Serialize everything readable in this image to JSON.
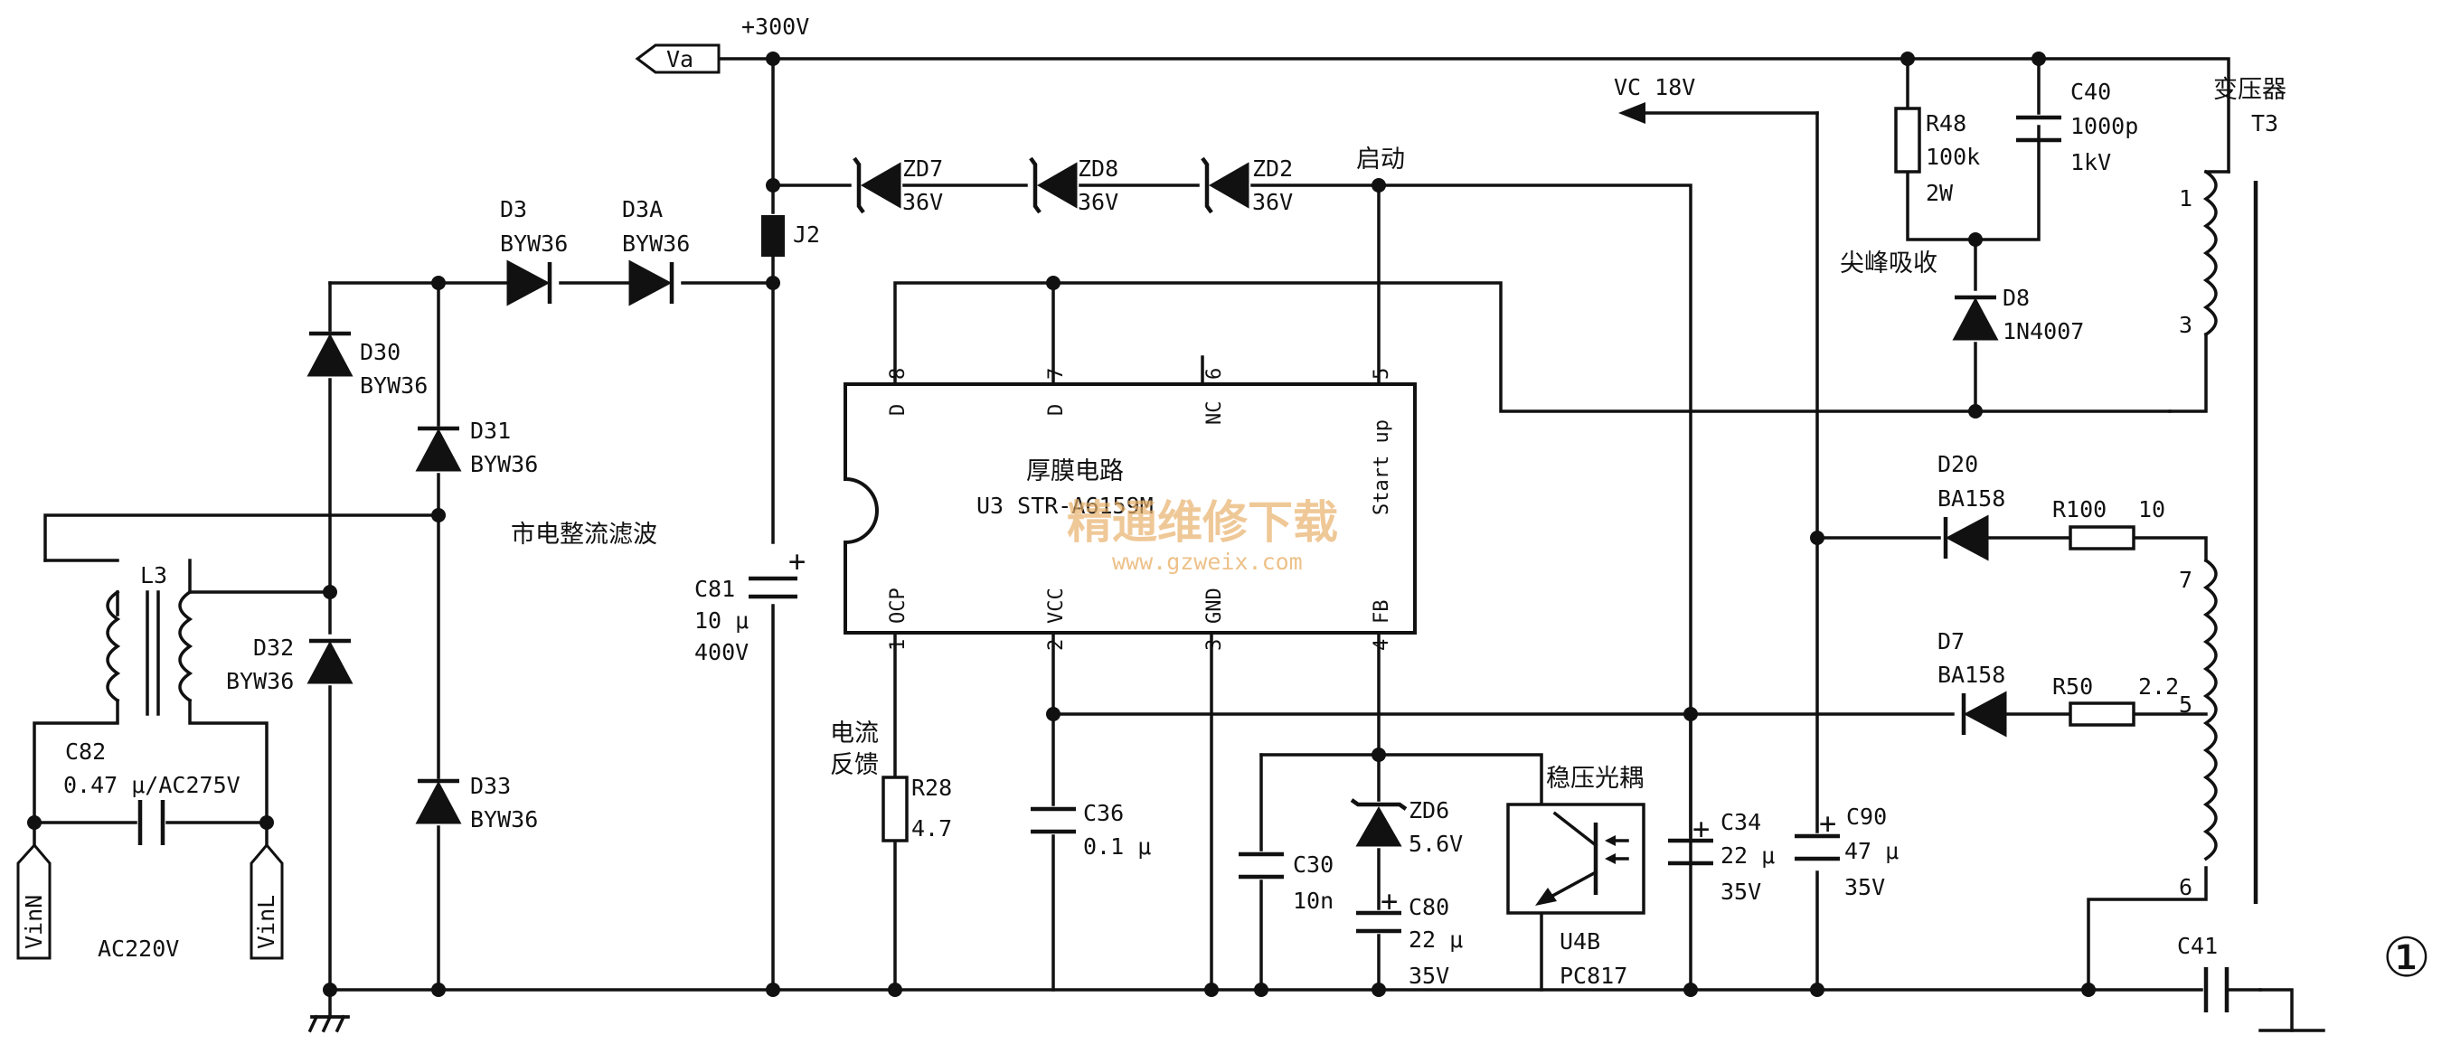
{
  "nodes": {
    "va": "Va",
    "v300": "+300V",
    "vc18": "VC 18V",
    "start": "启动",
    "title_rect": "市电整流滤波",
    "spike": "尖峰吸收",
    "cur_fb_1": "电流",
    "cur_fb_2": "反馈",
    "opto_title": "稳压光耦",
    "transformer_1": "变压器",
    "transformer_2": "T3",
    "vinn": "VinN",
    "vinl": "VinL",
    "ac": "AC220V",
    "figure_num": "①"
  },
  "ic": {
    "name_1": "厚膜电路",
    "name_2": "U3 STR-A6159M",
    "top_pins": [
      {
        "num": "8",
        "name": "D"
      },
      {
        "num": "7",
        "name": "D"
      },
      {
        "num": "6",
        "name": "NC"
      },
      {
        "num": "5",
        "name": "Start up"
      }
    ],
    "bottom_pins": [
      {
        "num": "1",
        "name": "OCP"
      },
      {
        "num": "2",
        "name": "VCC"
      },
      {
        "num": "3",
        "name": "GND"
      },
      {
        "num": "4",
        "name": "FB"
      }
    ]
  },
  "components": {
    "d3": {
      "ref": "D3",
      "val": "BYW36"
    },
    "d3a": {
      "ref": "D3A",
      "val": "BYW36"
    },
    "d30": {
      "ref": "D30",
      "val": "BYW36"
    },
    "d31": {
      "ref": "D31",
      "val": "BYW36"
    },
    "d32": {
      "ref": "D32",
      "val": "BYW36"
    },
    "d33": {
      "ref": "D33",
      "val": "BYW36"
    },
    "l3": {
      "ref": "L3"
    },
    "c82": {
      "ref": "C82",
      "val": "0.47 μ/AC275V"
    },
    "j2": {
      "ref": "J2"
    },
    "c81": {
      "ref": "C81",
      "val1": "10 μ",
      "val2": "400V"
    },
    "zd7": {
      "ref": "ZD7",
      "val": "36V"
    },
    "zd8": {
      "ref": "ZD8",
      "val": "36V"
    },
    "zd2": {
      "ref": "ZD2",
      "val": "36V"
    },
    "r28": {
      "ref": "R28",
      "val": "4.7"
    },
    "c36": {
      "ref": "C36",
      "val": "0.1 μ"
    },
    "c30": {
      "ref": "C30",
      "val": "10n"
    },
    "zd6": {
      "ref": "ZD6",
      "val": "5.6V"
    },
    "c80": {
      "ref": "C80",
      "val1": "22 μ",
      "val2": "35V"
    },
    "u4b": {
      "ref": "U4B",
      "val": "PC817"
    },
    "c34": {
      "ref": "C34",
      "val1": "22 μ",
      "val2": "35V"
    },
    "c90": {
      "ref": "C90",
      "val1": "47 μ",
      "val2": "35V"
    },
    "r48": {
      "ref": "R48",
      "val1": "100k",
      "val2": "2W"
    },
    "c40": {
      "ref": "C40",
      "val1": "1000p",
      "val2": "1kV"
    },
    "d8": {
      "ref": "D8",
      "val": "1N4007"
    },
    "d20": {
      "ref": "D20",
      "val": "BA158"
    },
    "d7": {
      "ref": "D7",
      "val": "BA158"
    },
    "r100": {
      "ref": "R100",
      "val": "10"
    },
    "r50": {
      "ref": "R50",
      "val": "2.2"
    },
    "c41": {
      "ref": "C41"
    }
  },
  "transformer_pins": [
    "1",
    "3",
    "7",
    "5",
    "6"
  ],
  "watermark": {
    "cn": "精通维修下载",
    "url": "www.gzweix.com"
  }
}
